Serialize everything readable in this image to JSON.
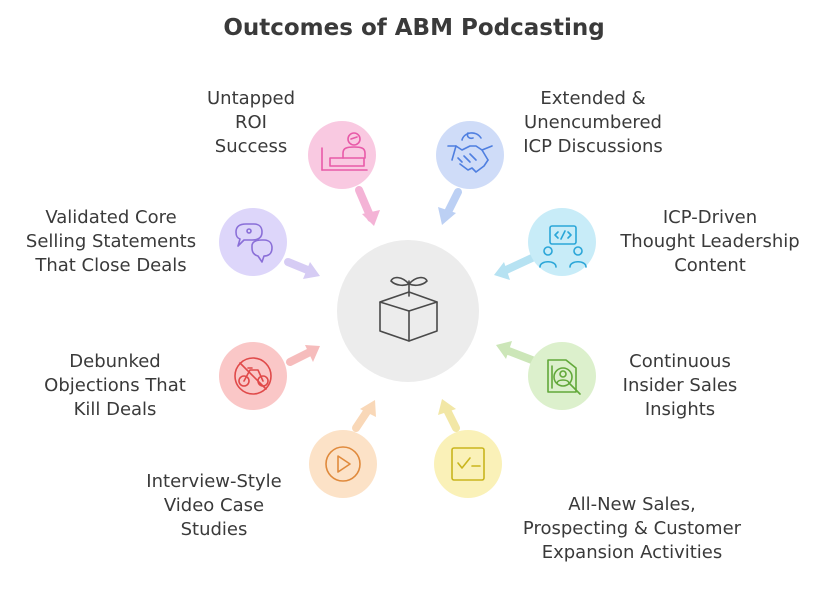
{
  "title": "Outcomes of ABM Podcasting",
  "center": {
    "icon": "sprouting-box-icon"
  },
  "outcomes": [
    {
      "lines": [
        "Untapped",
        "ROI",
        "Success"
      ],
      "icon": "person-at-desk-icon",
      "color": "#e85aa8"
    },
    {
      "lines": [
        "Extended &",
        "Unencumbered",
        "ICP Discussions"
      ],
      "icon": "handshake-globe-icon",
      "color": "#4f7fe0"
    },
    {
      "lines": [
        "ICP-Driven",
        "Thought Leadership",
        "Content"
      ],
      "icon": "code-presentation-icon",
      "color": "#2aa6d8"
    },
    {
      "lines": [
        "Continuous",
        "Insider Sales",
        "Insights"
      ],
      "icon": "person-search-icon",
      "color": "#62a83a"
    },
    {
      "lines": [
        "All-New Sales,",
        "Prospecting & Customer",
        "Expansion Activities"
      ],
      "icon": "checklist-icon",
      "color": "#c9b51d"
    },
    {
      "lines": [
        "Interview-Style",
        "Video Case",
        "Studies"
      ],
      "icon": "play-icon",
      "color": "#e08a3c"
    },
    {
      "lines": [
        "Debunked",
        "Objections That",
        "Kill Deals"
      ],
      "icon": "no-bicycle-icon",
      "color": "#e04a4a"
    },
    {
      "lines": [
        "Validated Core",
        "Selling Statements",
        "That Close Deals"
      ],
      "icon": "speech-bubbles-icon",
      "color": "#8a6fd8"
    }
  ]
}
